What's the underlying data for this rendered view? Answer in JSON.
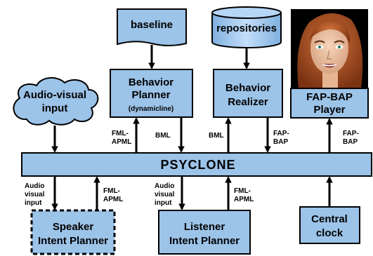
{
  "nodes": {
    "baseline": "baseline",
    "repositories": "repositories",
    "audio_visual_input": [
      "Audio-visual",
      "input"
    ],
    "behavior_planner": [
      "Behavior",
      "Planner"
    ],
    "behavior_planner_sub": "(dynamicline)",
    "behavior_realizer": [
      "Behavior",
      "Realizer"
    ],
    "fap_bap_player": [
      "FAP-BAP",
      "Player"
    ],
    "psyclone": "PSYCLONE",
    "speaker_intent_planner": [
      "Speaker",
      "Intent Planner"
    ],
    "listener_intent_planner": [
      "Listener",
      "Intent Planner"
    ],
    "central_clock": [
      "Central",
      "clock"
    ]
  },
  "edge_labels": {
    "fml_apml_planner": [
      "FML-",
      "APML"
    ],
    "bml_planner": "BML",
    "bml_realizer": "BML",
    "fap_bap_realizer": [
      "FAP-",
      "BAP"
    ],
    "fap_bap_player": [
      "FAP-",
      "BAP"
    ],
    "audio_visual_speaker": [
      "Audio",
      "visual",
      "input"
    ],
    "fml_apml_speaker": [
      "FML-",
      "APML"
    ],
    "audio_visual_listener": [
      "Audio",
      "visual",
      "input"
    ],
    "fml_apml_listener": [
      "FML-",
      "APML"
    ]
  },
  "colors": {
    "box_fill": "#9cc3e8",
    "stroke": "#000000"
  },
  "icons": {
    "avatar": "avatar-face-icon"
  }
}
